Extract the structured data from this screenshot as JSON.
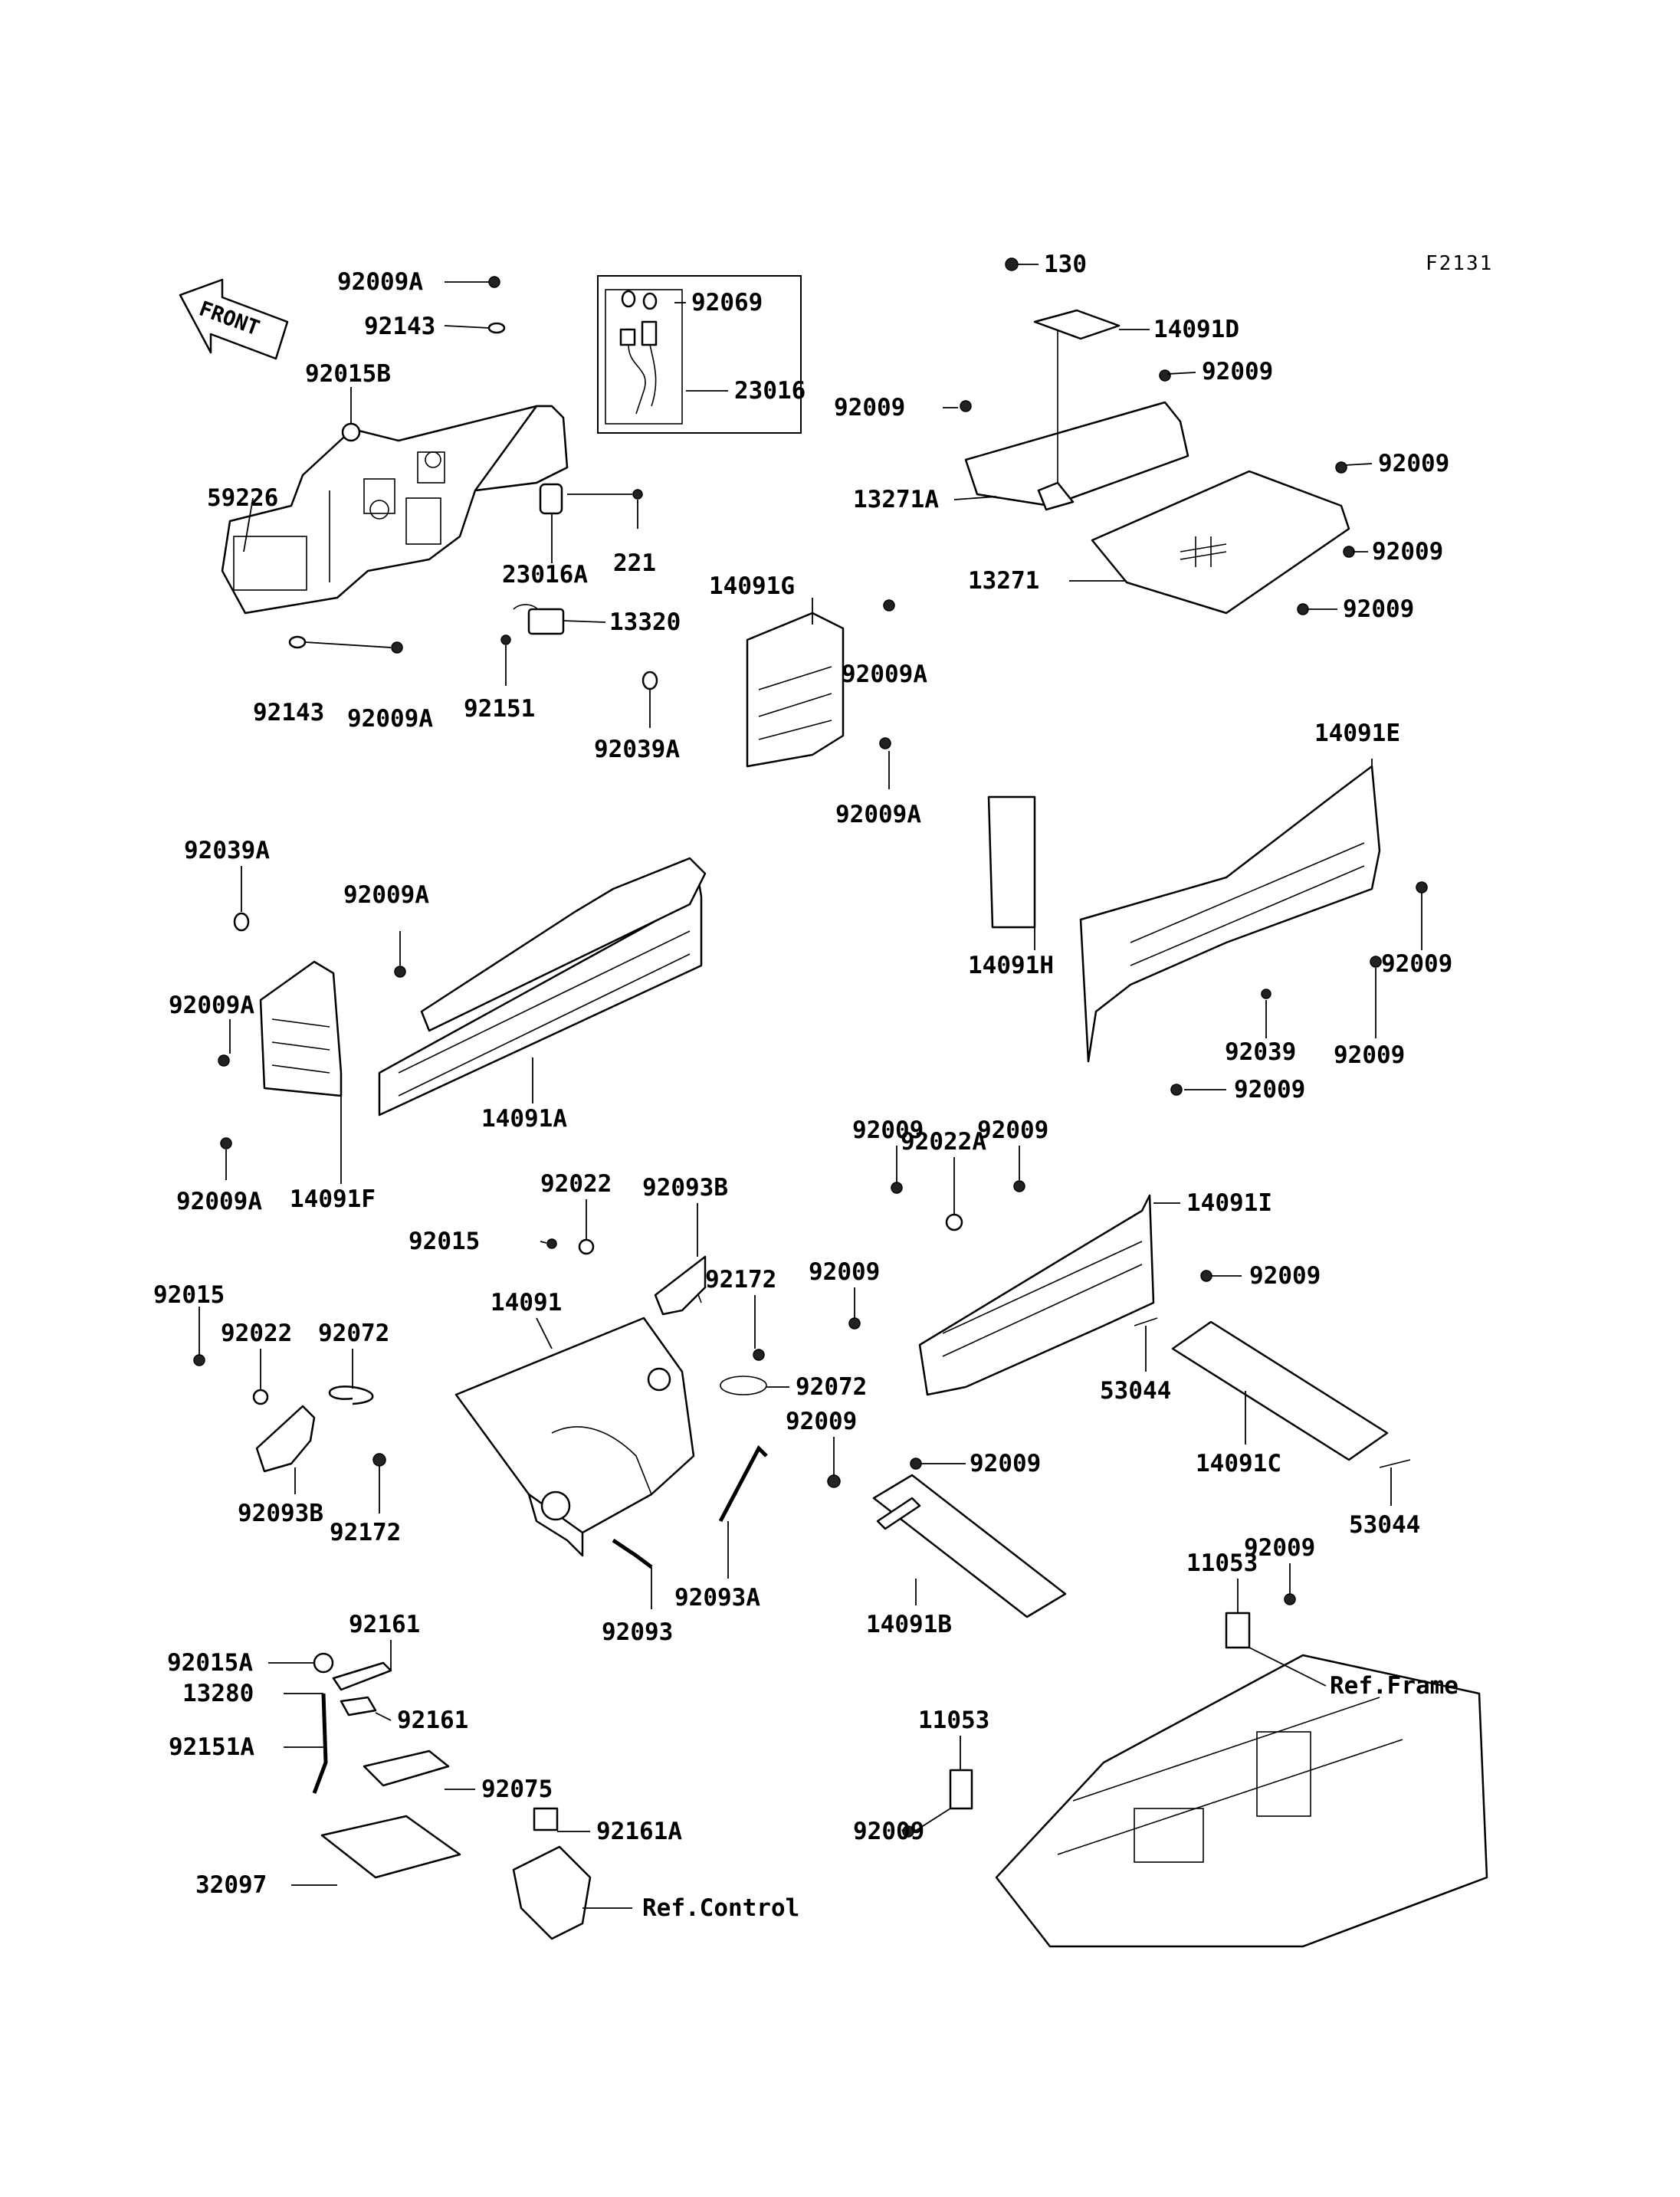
{
  "figure_code": "F2131",
  "front_arrow_label": "FRONT",
  "labels": [
    "92009A",
    "92143",
    "92015B",
    "59226",
    "92143",
    "92009A",
    "92069",
    "23016",
    "23016A",
    "221",
    "13320",
    "92151",
    "130",
    "14091D",
    "92009",
    "92009",
    "92009",
    "13271A",
    "92009",
    "13271",
    "92009",
    "14091G",
    "92009A",
    "92039A",
    "92009A",
    "92039A",
    "92009A",
    "92009A",
    "14091A",
    "92009A",
    "14091F",
    "14091E",
    "14091H",
    "92009",
    "92039",
    "92009",
    "92009",
    "92009",
    "92022A",
    "92009",
    "14091I",
    "92009",
    "92009",
    "53044",
    "14091C",
    "53044",
    "92022",
    "92093B",
    "92015",
    "92172",
    "14091",
    "92072",
    "92009",
    "92093A",
    "92093",
    "92015",
    "92022",
    "92072",
    "92093B",
    "92172",
    "92009",
    "14091B",
    "92009",
    "11053",
    "Ref.Frame",
    "11053",
    "92009",
    "92161",
    "92015A",
    "13280",
    "92161",
    "92151A",
    "92075",
    "92161A",
    "32097",
    "Ref.Control"
  ],
  "icons": [
    "front-arrow-icon"
  ]
}
